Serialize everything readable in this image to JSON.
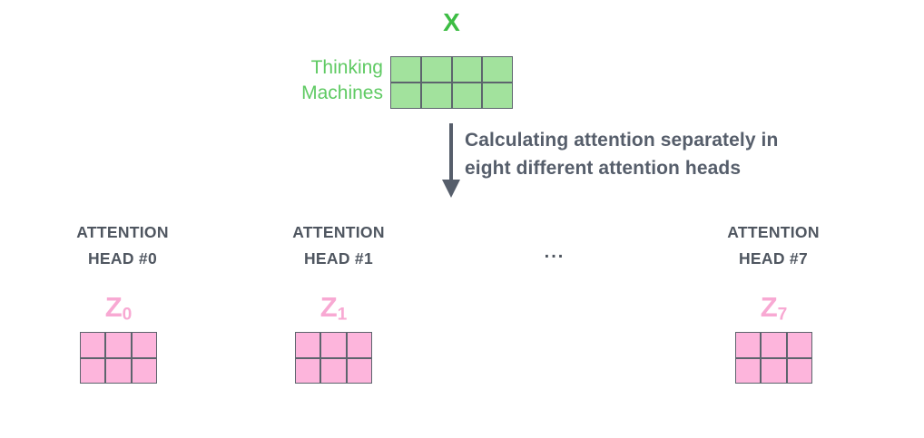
{
  "colors": {
    "green_strong": "#3dbd44",
    "green_soft": "#5fca63",
    "green_cell": "#a2e29d",
    "pink_label": "#f8a9d3",
    "pink_cell": "#fdb5dc",
    "grid_border": "#5d646d",
    "slate_text": "#565e6b",
    "head_text": "#4f5660"
  },
  "input_matrix": {
    "label": "X",
    "row_caption": [
      "Thinking",
      "Machines"
    ],
    "grid": {
      "rows": 2,
      "cols": 4
    }
  },
  "arrow": {
    "caption_line1": "Calculating attention separately in",
    "caption_line2": "eight different attention heads"
  },
  "ellipsis": "...",
  "heads": [
    {
      "title_line1": "ATTENTION",
      "title_line2": "HEAD #0",
      "z_base": "Z",
      "z_sub": "0",
      "grid": {
        "rows": 2,
        "cols": 3
      }
    },
    {
      "title_line1": "ATTENTION",
      "title_line2": "HEAD #1",
      "z_base": "Z",
      "z_sub": "1",
      "grid": {
        "rows": 2,
        "cols": 3
      }
    },
    {
      "title_line1": "ATTENTION",
      "title_line2": "HEAD #7",
      "z_base": "Z",
      "z_sub": "7",
      "grid": {
        "rows": 2,
        "cols": 3
      }
    }
  ]
}
